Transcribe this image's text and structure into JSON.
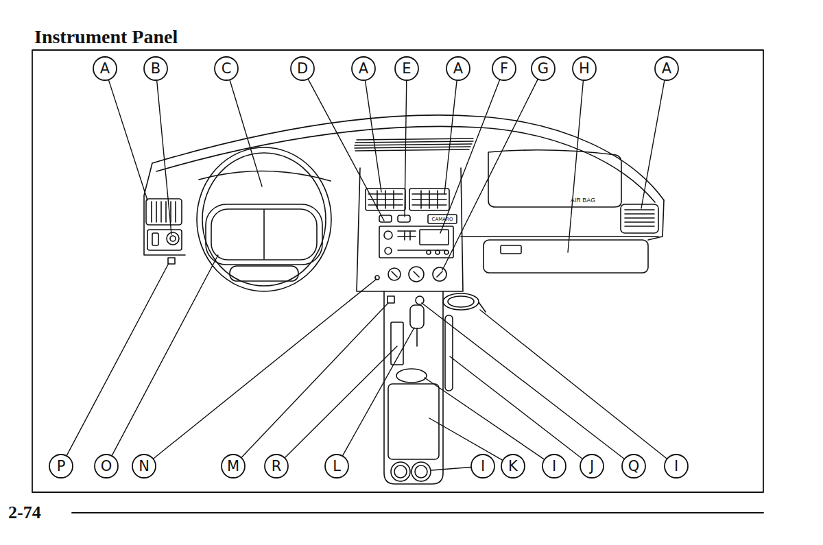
{
  "diagram": {
    "title": "Instrument Panel",
    "labels": [
      "A",
      "B",
      "C",
      "D",
      "A",
      "E",
      "A",
      "F",
      "G",
      "H",
      "A",
      "CAMARO",
      "AIR BAG",
      "P",
      "O",
      "N",
      "M",
      "R",
      "L",
      "I",
      "K",
      "I",
      "J",
      "Q",
      "I",
      "2-74"
    ]
  }
}
